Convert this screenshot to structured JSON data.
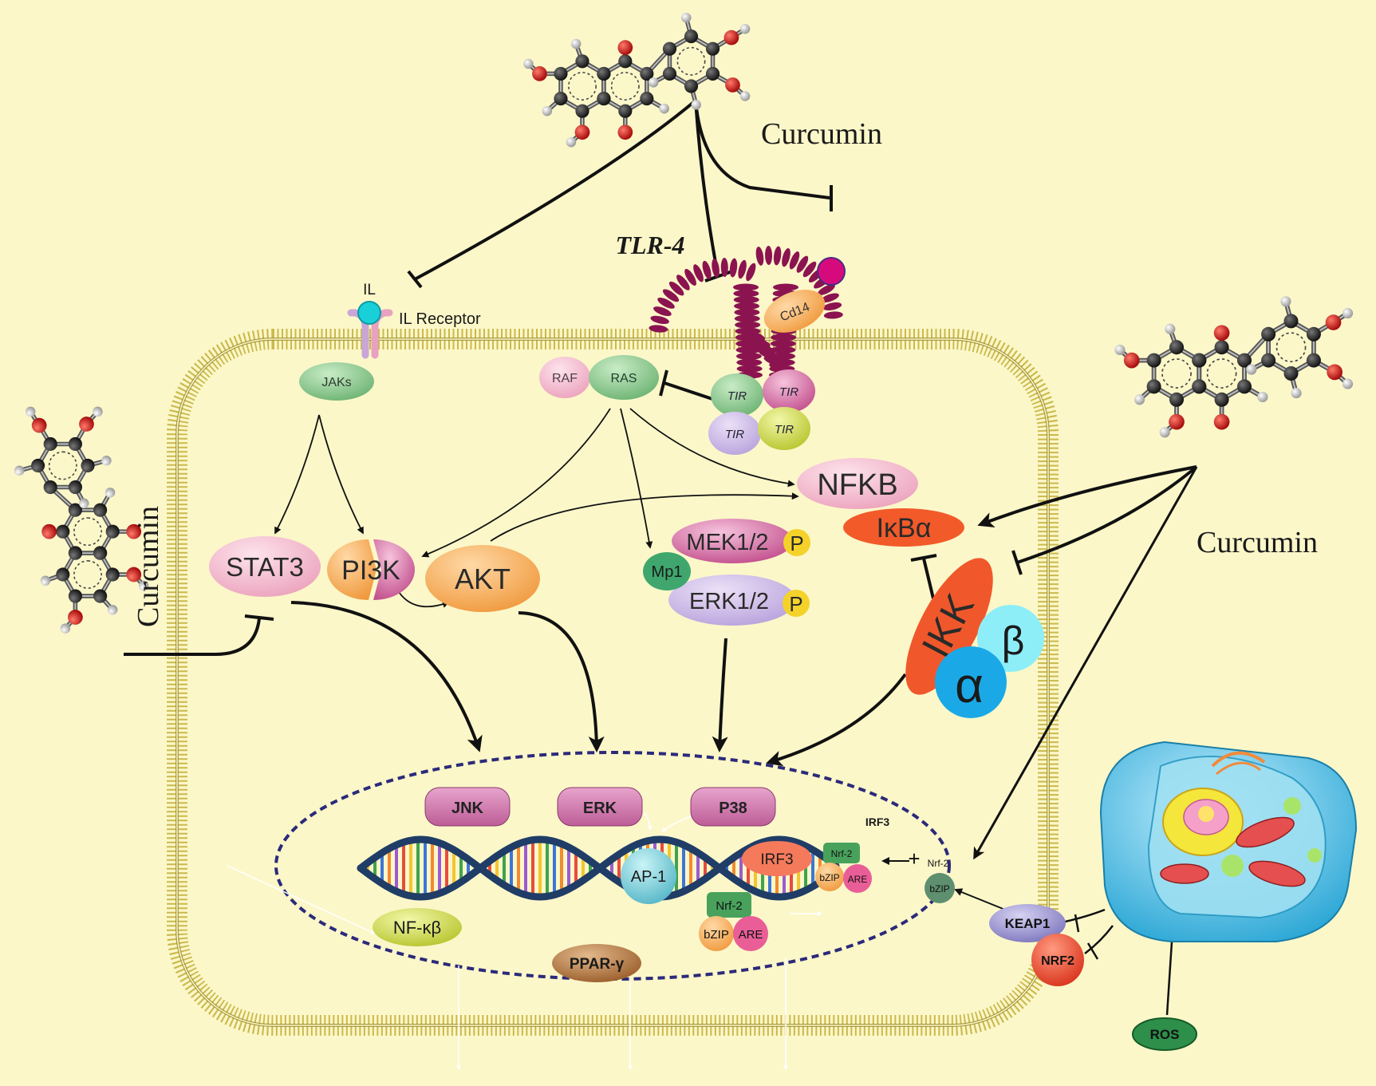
{
  "labels": {
    "curcumin_top": "Curcumin",
    "curcumin_left": "Curcumin",
    "curcumin_right": "Curcumin",
    "tlr4": "TLR-4",
    "il": "IL",
    "il_receptor": "IL Receptor",
    "cd14": "Cd14",
    "jaks": "JAKs",
    "raf": "RAF",
    "ras": "RAS",
    "tir": "TIR",
    "nfkb": "NFKB",
    "ikba": "IκBα",
    "ikk": "IKK",
    "alpha": "α",
    "beta": "β",
    "stat3": "STAT3",
    "pi3k": "PI3K",
    "akt": "AKT",
    "mek": "MEK1/2",
    "erk12": "ERK1/2",
    "mp1": "Mp1",
    "p": "P",
    "jnk": "JNK",
    "erk": "ERK",
    "p38": "P38",
    "irf3_top": "IRF3",
    "irf3": "IRF3",
    "ap1": "AP-1",
    "nrf2": "Nrf-2",
    "bzip": "bZIP",
    "are": "ARE",
    "nrf2_plus": "+",
    "nfkb_nuc": "NF-κβ",
    "ppar": "PPAR-γ",
    "keap1": "KEAP1",
    "nrf2_cap": "NRF2",
    "ros": "ROS"
  },
  "colors": {
    "background": "#fbf7c9",
    "membrane": "#c8b545",
    "tlr": "#8b1450",
    "nucleus_border": "#2b2a7a",
    "dna_strand": "#1f3d66"
  }
}
